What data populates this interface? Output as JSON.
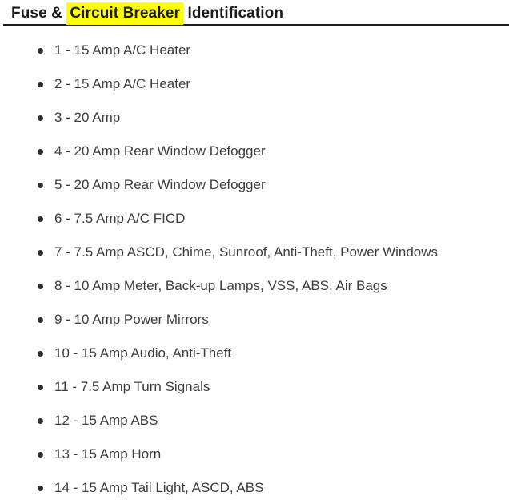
{
  "page": {
    "heading": {
      "prefix": "Fuse & ",
      "highlight": "Circuit Breaker",
      "suffix": " Identification"
    },
    "colors": {
      "highlight": "#ffff00",
      "heading_text": "#1b1b1b",
      "list_text": "#3d3d3d"
    }
  },
  "fuse_list": {
    "items": [
      "1 - 15 Amp A/C Heater",
      "2 - 15 Amp A/C Heater",
      "3 - 20 Amp",
      "4 - 20 Amp Rear Window Defogger",
      "5 - 20 Amp Rear Window Defogger",
      "6 - 7.5 Amp A/C FICD",
      "7 - 7.5 Amp ASCD, Chime, Sunroof, Anti-Theft, Power Windows",
      "8 - 10 Amp Meter, Back-up Lamps, VSS, ABS, Air Bags",
      "9 - 10 Amp Power Mirrors",
      "10 - 15 Amp Audio, Anti-Theft",
      "11 - 7.5 Amp Turn Signals",
      "12 - 15 Amp ABS",
      "13 - 15 Amp Horn",
      "14 - 15 Amp Tail Light, ASCD, ABS"
    ]
  }
}
